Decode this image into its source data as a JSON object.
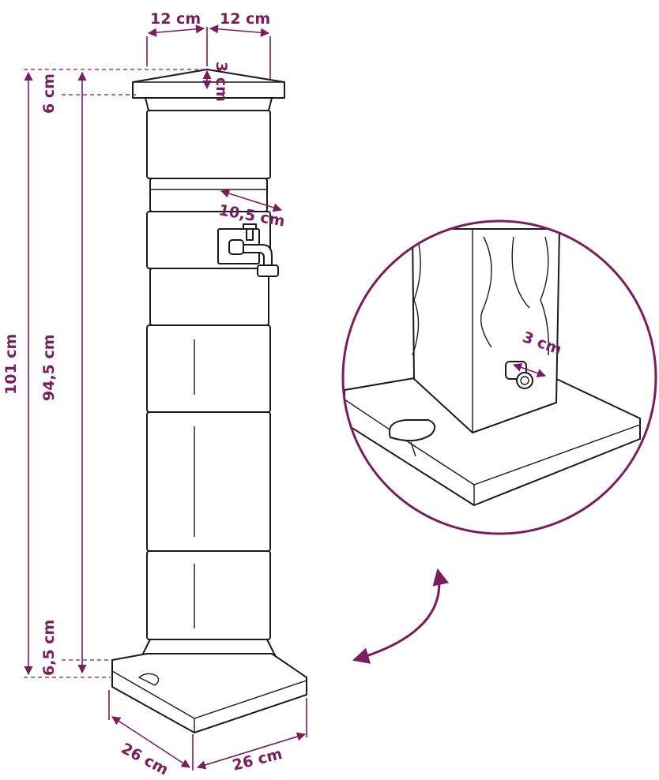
{
  "dimensions": {
    "top_width_left": "12 cm",
    "top_width_right": "12 cm",
    "cap_height": "3 cm",
    "cap_offset": "6 cm",
    "total_height": "101 cm",
    "body_height": "94,5 cm",
    "base_height": "6,5 cm",
    "tap_depth": "10,5 cm",
    "base_width_left": "26 cm",
    "base_width_right": "26 cm",
    "drain_size": "3 cm"
  },
  "colors": {
    "dimension": "#7a1d5e",
    "ink": "#1a1a1a",
    "background": "#ffffff"
  },
  "icons": [
    "arrow-icon",
    "curved-arrow-icon",
    "tap-icon",
    "drain-plug-icon"
  ]
}
